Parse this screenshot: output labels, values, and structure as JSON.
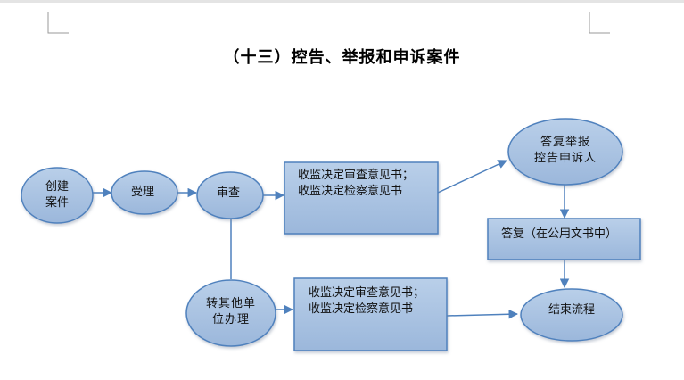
{
  "title": "（十三）控告、举报和申诉案件",
  "nodes": {
    "create": "创建\n案件",
    "accept": "受理",
    "review": "审查",
    "decision_top": "收监决定审查意见书；\n收监决定检察意见书",
    "reply_complainant": "答复举报\n控告申诉人",
    "reply_document": "答复（在公用文书中）",
    "transfer": "转其他单\n位办理",
    "decision_bottom": "收监决定审查意见书；\n收监决定检察意见书",
    "end": "结束流程"
  },
  "colors": {
    "shape_fill": "#a7c0df",
    "shape_stroke": "#4f81bd",
    "arrow": "#4f81bd"
  }
}
